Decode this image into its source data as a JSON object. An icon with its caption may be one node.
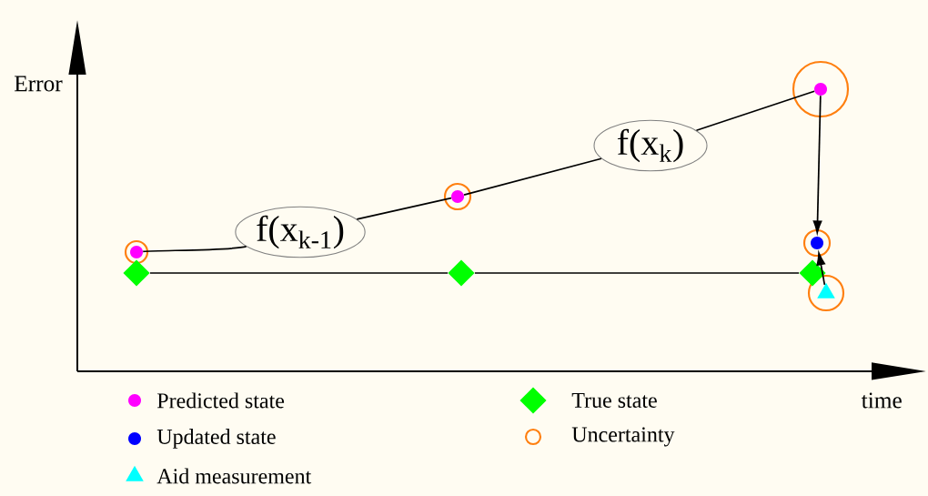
{
  "diagram": {
    "nodes": [
      {
        "text": [],
        "shape": "circle"
      },
      {
        "text": [],
        "shape": "diamond"
      },
      {
        "text": [
          "f(x$_{k-1}$)"
        ]
      },
      {
        "text": [],
        "shape": "circle"
      },
      {
        "text": [],
        "shape": "diamond"
      },
      {
        "text": [
          "f(x$_{k}$)"
        ]
      },
      {
        "text": [],
        "shape": "circle"
      },
      {
        "text": [],
        "shape": "circle"
      },
      {
        "text": [],
        "shape": "diamond"
      },
      {
        "text": [],
        "shape": "triangle"
      }
    ],
    "edges": [
      {
        "from": 0,
        "to": 2,
        "arrow": "none"
      },
      {
        "from": 2,
        "to": 3,
        "arrow": "none"
      },
      {
        "from": 3,
        "to": 5,
        "arrow": "none"
      },
      {
        "from": 5,
        "to": 6,
        "arrow": "none"
      },
      {
        "from": 6,
        "to": 7,
        "arrow": "to"
      },
      {
        "from": 9,
        "to": 7,
        "arrow": "to"
      },
      {
        "from": 1,
        "to": 4,
        "arrow": "none"
      },
      {
        "from": 4,
        "to": 8,
        "arrow": "none"
      }
    ],
    "labels": [
      "Error",
      "time"
    ],
    "legend": [
      {
        "text": "Predicted state",
        "color": "#ff00ff"
      },
      {
        "text": "Updated state",
        "color": "#0000ff"
      },
      {
        "text": "Aid measurement",
        "color": "#00ffff"
      },
      {
        "text": "True state",
        "color": "#00ff00"
      },
      {
        "text": "Uncertainty"
      }
    ]
  }
}
